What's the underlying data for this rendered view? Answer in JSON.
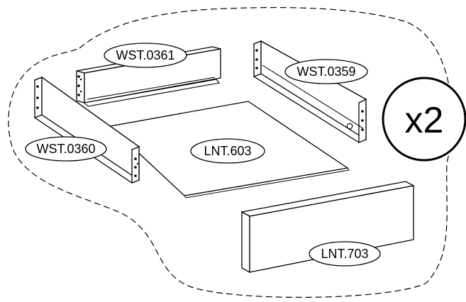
{
  "diagram": {
    "parts": [
      {
        "id": "WST.0361"
      },
      {
        "id": "WST.0359"
      },
      {
        "id": "WST.0360"
      },
      {
        "id": "LNT.603"
      },
      {
        "id": "LNT.703"
      }
    ],
    "quantity": "x2",
    "line_color": "#000000",
    "background": "#ffffff"
  }
}
